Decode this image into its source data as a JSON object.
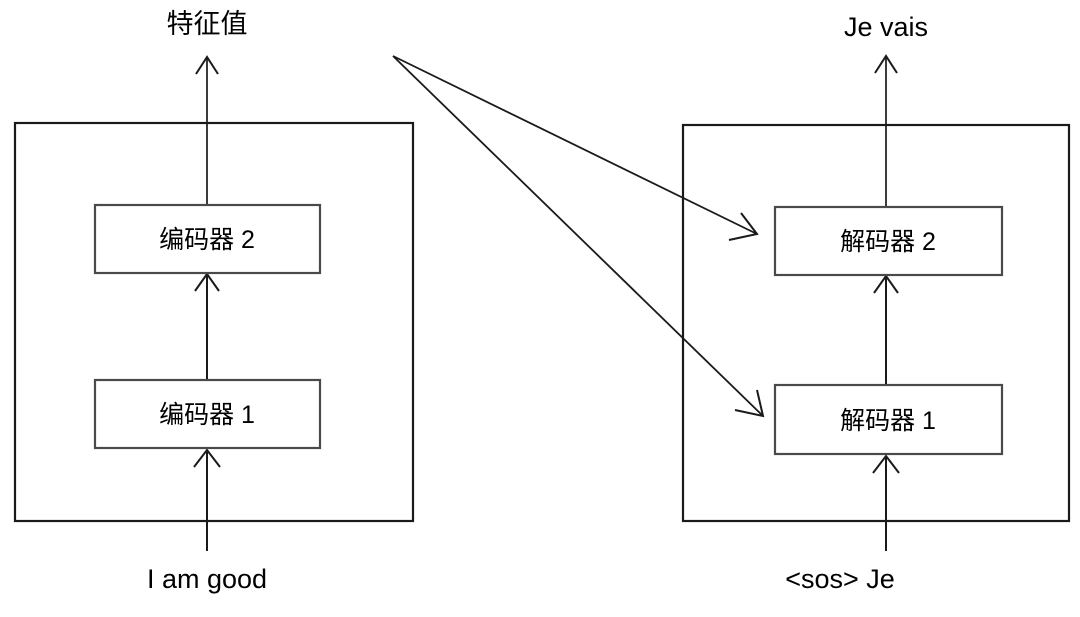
{
  "diagram": {
    "title": "encoder-decoder stack diagram",
    "colors": {
      "stroke": "#1a1a1a",
      "box_stroke": "#4a4a4a",
      "background": "#ffffff",
      "text": "#000000"
    },
    "encoder": {
      "input_label": "I am good",
      "output_label": "特征值",
      "layers": [
        {
          "label": "编码器 1"
        },
        {
          "label": "编码器 2"
        }
      ]
    },
    "decoder": {
      "input_label": "<sos> Je",
      "output_label": "Je vais",
      "layers": [
        {
          "label": "解码器 1"
        },
        {
          "label": "解码器 2"
        }
      ]
    },
    "connections": [
      {
        "from": "encoder-output",
        "to": "解码器 2"
      },
      {
        "from": "encoder-output",
        "to": "解码器 1"
      }
    ]
  }
}
